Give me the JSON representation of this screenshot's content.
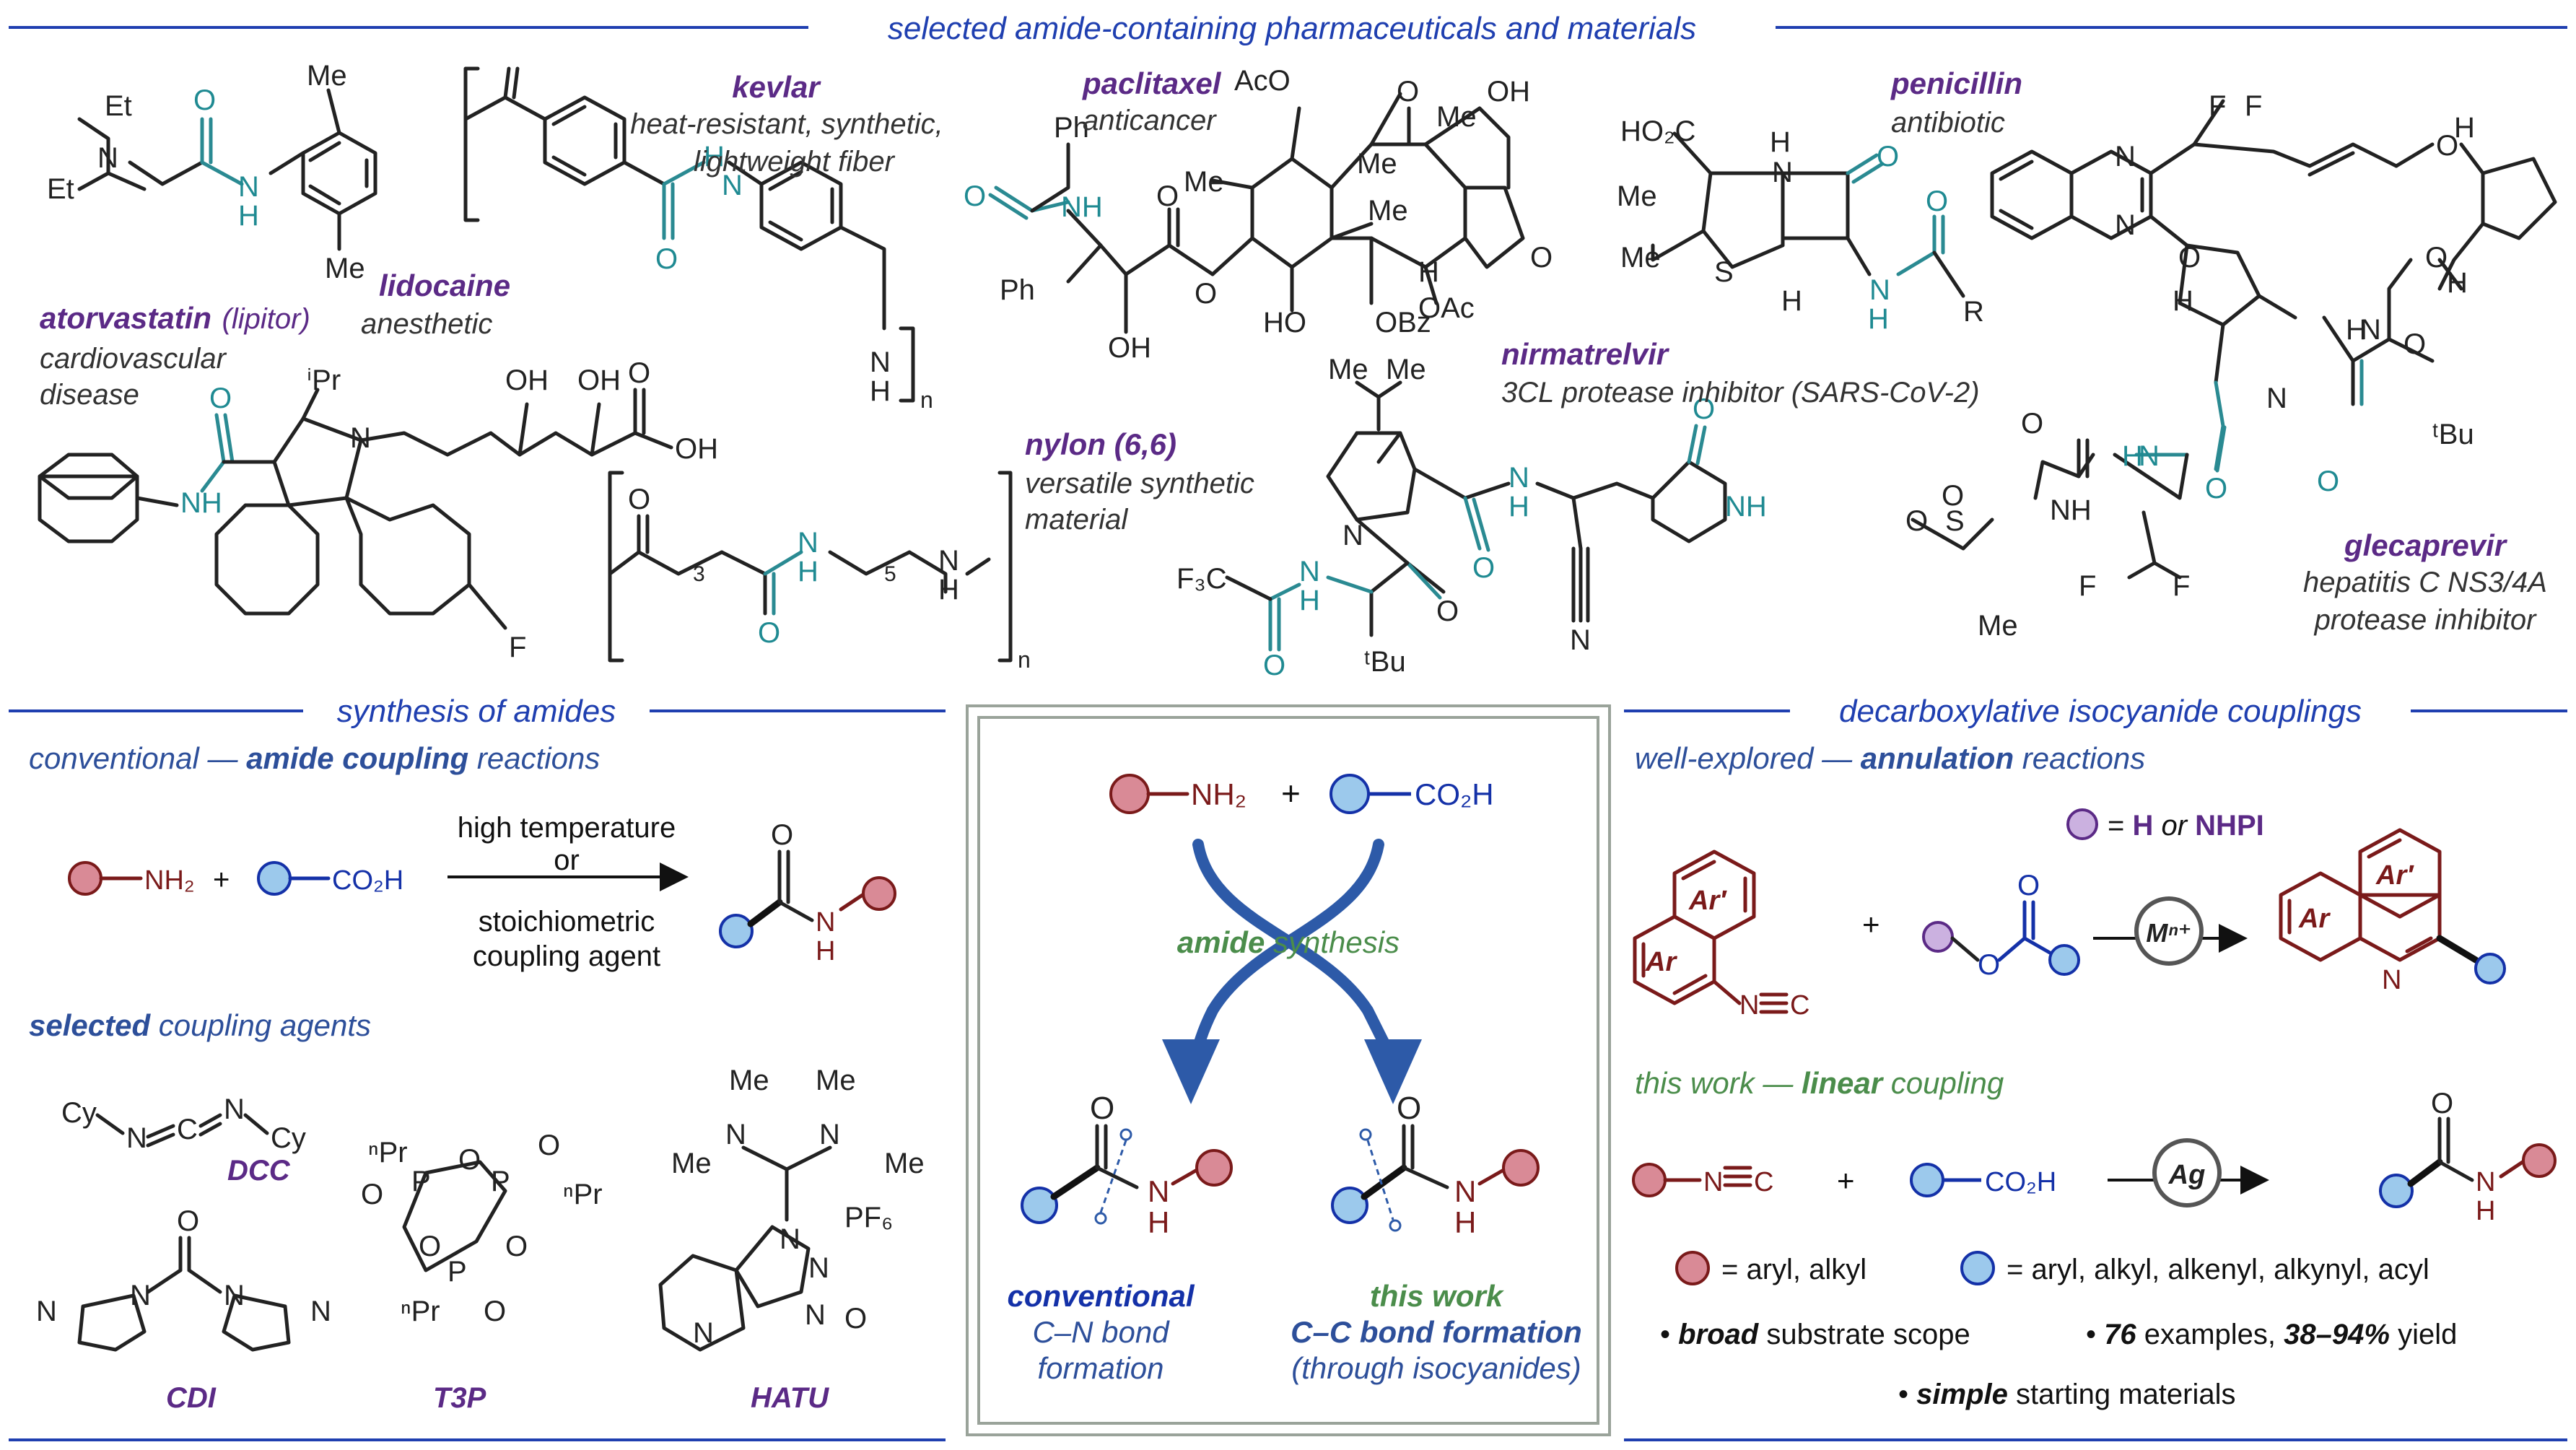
{
  "headers": {
    "top": "selected amide-containing pharmaceuticals and materials",
    "synthesis": "synthesis of amides",
    "decarboxylative": "decarboxylative isocyanide couplings"
  },
  "compounds": {
    "lidocaine": {
      "name": "lidocaine",
      "desc": "anesthetic"
    },
    "kevlar": {
      "name": "kevlar",
      "desc1": "heat-resistant, synthetic,",
      "desc2": "lightweight fiber"
    },
    "paclitaxel": {
      "name": "paclitaxel",
      "desc": "anticancer"
    },
    "penicillin": {
      "name": "penicillin",
      "desc": "antibiotic"
    },
    "atorvastatin": {
      "name": "atorvastatin",
      "alt": "(lipitor)",
      "desc1": "cardiovascular",
      "desc2": "disease"
    },
    "nylon": {
      "name": "nylon (6,6)",
      "desc1": "versatile synthetic",
      "desc2": "material"
    },
    "nirmatrelvir": {
      "name": "nirmatrelvir",
      "desc": "3CL protease inhibitor (SARS-CoV-2)"
    },
    "glecaprevir": {
      "name": "glecaprevir",
      "desc1": "hepatitis C NS3/4A",
      "desc2": "protease inhibitor"
    }
  },
  "atoms": {
    "Et": "Et",
    "N": "N",
    "O": "O",
    "H": "H",
    "NH": "NH",
    "Me": "Me",
    "n": "n",
    "AcO": "AcO",
    "OH": "OH",
    "Ph": "Ph",
    "HO": "HO",
    "OBz": "OBz",
    "OAc": "OAc",
    "HO2C": "HO₂C",
    "S": "S",
    "R": "R",
    "F": "F",
    "iPr": "ⁱPr",
    "tBu": "ᵗBu",
    "F3C": "F₃C",
    "NH2": "NH₂",
    "CO2H": "CO₂H",
    "Cy": "Cy",
    "C": "C",
    "P": "P",
    "nPr": "ⁿPr",
    "PF6": "PF₆",
    "Ar": "Ar",
    "Ar_prime": "Ar′",
    "Mn": "Mⁿ⁺",
    "Ag": "Ag",
    "three": "3",
    "five": "5"
  },
  "conventional": {
    "title_pre": "conventional — ",
    "title_bold": "amide coupling",
    "title_post": " reactions",
    "cond1": "high temperature",
    "cond_or": "or",
    "cond2": "stoichiometric",
    "cond3": "coupling agent"
  },
  "coupling_agents": {
    "title_bold": "selected",
    "title_rest": " coupling agents",
    "labels": [
      "DCC",
      "CDI",
      "T3P",
      "HATU"
    ]
  },
  "center": {
    "amide_bold": "amide",
    "amide_rest": " synthesis",
    "conventional_label": "conventional",
    "conventional_sub1": "C–N bond",
    "conventional_sub2": "formation",
    "thiswork_label": "this work",
    "thiswork_sub1": "C–C bond formation",
    "thiswork_sub2": "(through isocyanides)"
  },
  "annulation": {
    "title_pre": "well-explored — ",
    "title_bold": "annulation",
    "title_post": " reactions",
    "legend_eq": "= ",
    "legend_H": "H",
    "legend_or": " or ",
    "legend_NHPI": "NHPI"
  },
  "linear": {
    "title_pre": "this work — ",
    "title_bold": "linear",
    "title_post": " coupling",
    "pink_legend": "= aryl, alkyl",
    "blue_legend": "= aryl, alkyl, alkenyl, alkynyl, acyl",
    "bullet1_bold": "broad",
    "bullet1_rest": " substrate scope",
    "bullet2_num": "76",
    "bullet2_mid": " examples, ",
    "bullet2_bold": "38–94%",
    "bullet2_rest": " yield",
    "bullet3_bold": "simple",
    "bullet3_rest": " starting materials"
  },
  "colors": {
    "header_blue": "#1f3fb0",
    "amide_teal": "#1f8a92",
    "name_purple": "#5b2a86",
    "amine_red": "#7a1a1a",
    "acid_blue": "#1431a8",
    "this_work_green": "#4b8d4b",
    "pink_fill": "#d98a96",
    "blue_fill": "#9cc9ec"
  }
}
